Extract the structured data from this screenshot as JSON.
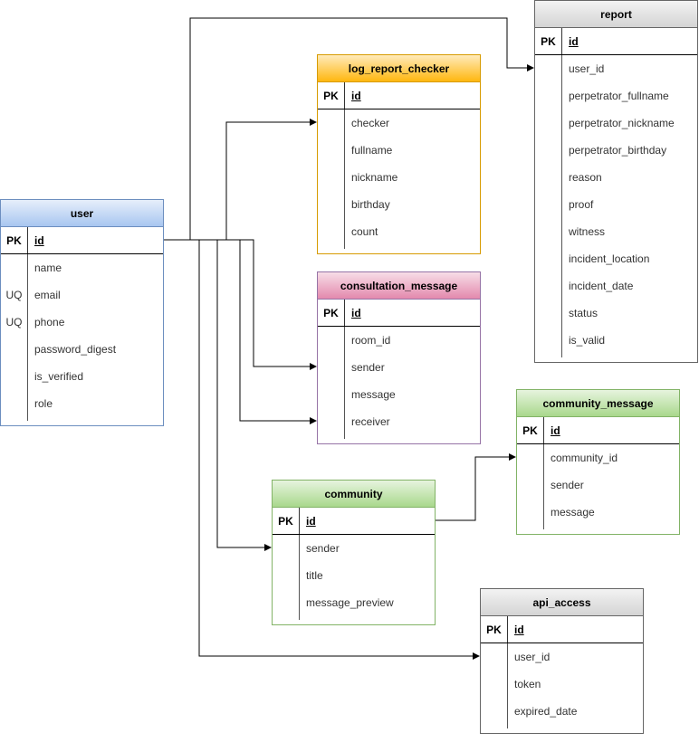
{
  "entities": {
    "user": {
      "name": "user",
      "header_color": "#a8c6f0",
      "border_color": "#6c8ebf",
      "pk_label": "PK",
      "pk_field": "id",
      "fields": [
        {
          "key": "",
          "name": "name"
        },
        {
          "key": "UQ",
          "name": "email"
        },
        {
          "key": "UQ",
          "name": "phone"
        },
        {
          "key": "",
          "name": "password_digest"
        },
        {
          "key": "",
          "name": "is_verified"
        },
        {
          "key": "",
          "name": "role"
        }
      ]
    },
    "report": {
      "name": "report",
      "header_color": "#d4d4d4",
      "border_color": "#666666",
      "pk_label": "PK",
      "pk_field": "id",
      "fields": [
        {
          "key": "",
          "name": "user_id"
        },
        {
          "key": "",
          "name": "perpetrator_fullname"
        },
        {
          "key": "",
          "name": "perpetrator_nickname"
        },
        {
          "key": "",
          "name": "perpetrator_birthday"
        },
        {
          "key": "",
          "name": "reason"
        },
        {
          "key": "",
          "name": "proof"
        },
        {
          "key": "",
          "name": "witness"
        },
        {
          "key": "",
          "name": "incident_location"
        },
        {
          "key": "",
          "name": "incident_date"
        },
        {
          "key": "",
          "name": "status"
        },
        {
          "key": "",
          "name": "is_valid"
        }
      ]
    },
    "log_report_checker": {
      "name": "log_report_checker",
      "header_color": "#ffb70f",
      "border_color": "#d79b00",
      "pk_label": "PK",
      "pk_field": "id",
      "fields": [
        {
          "key": "",
          "name": "checker"
        },
        {
          "key": "",
          "name": "fullname"
        },
        {
          "key": "",
          "name": "nickname"
        },
        {
          "key": "",
          "name": "birthday"
        },
        {
          "key": "",
          "name": "count"
        }
      ]
    },
    "consultation_message": {
      "name": "consultation_message",
      "header_color": "#e389ad",
      "border_color": "#9673a6",
      "pk_label": "PK",
      "pk_field": "id",
      "fields": [
        {
          "key": "",
          "name": "room_id"
        },
        {
          "key": "",
          "name": "sender"
        },
        {
          "key": "",
          "name": "message"
        },
        {
          "key": "",
          "name": "receiver"
        }
      ]
    },
    "community_message": {
      "name": "community_message",
      "header_color": "#a9d88c",
      "border_color": "#82b366",
      "pk_label": "PK",
      "pk_field": "id",
      "fields": [
        {
          "key": "",
          "name": "community_id"
        },
        {
          "key": "",
          "name": "sender"
        },
        {
          "key": "",
          "name": "message"
        }
      ]
    },
    "community": {
      "name": "community",
      "header_color": "#a9d88c",
      "border_color": "#82b366",
      "pk_label": "PK",
      "pk_field": "id",
      "fields": [
        {
          "key": "",
          "name": "sender"
        },
        {
          "key": "",
          "name": "title"
        },
        {
          "key": "",
          "name": "message_preview"
        }
      ]
    },
    "api_access": {
      "name": "api_access",
      "header_color": "#d4d4d4",
      "border_color": "#666666",
      "pk_label": "PK",
      "pk_field": "id",
      "fields": [
        {
          "key": "",
          "name": "user_id"
        },
        {
          "key": "",
          "name": "token"
        },
        {
          "key": "",
          "name": "expired_date"
        }
      ]
    }
  },
  "relations": [
    {
      "from": "user.id",
      "to": "report.user_id"
    },
    {
      "from": "user.id",
      "to": "log_report_checker.checker"
    },
    {
      "from": "user.id",
      "to": "consultation_message.sender"
    },
    {
      "from": "user.id",
      "to": "consultation_message.receiver"
    },
    {
      "from": "user.id",
      "to": "community.sender"
    },
    {
      "from": "user.id",
      "to": "api_access.user_id"
    },
    {
      "from": "community.id",
      "to": "community_message.community_id"
    }
  ]
}
